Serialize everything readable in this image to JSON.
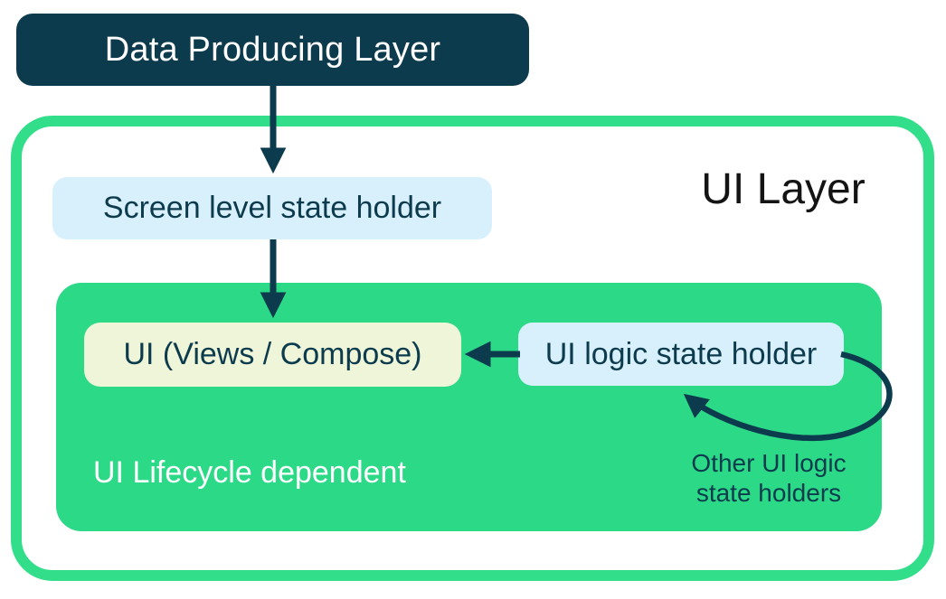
{
  "diagram": {
    "data_producing_layer_label": "Data Producing Layer",
    "ui_layer_label": "UI Layer",
    "screen_state_holder_label": "Screen level state holder",
    "ui_views_compose_label": "UI (Views / Compose)",
    "ui_logic_state_holder_label": "UI logic state holder",
    "lifecycle_caption": "UI Lifecycle dependent",
    "other_note_line1": "Other UI logic",
    "other_note_line2": "state holders"
  },
  "colors": {
    "dark_navy": "#0D3B4E",
    "green_border": "#32DE8A",
    "green_fill": "#2BD987",
    "light_blue": "#D8F0FC",
    "light_yellow": "#EFF5D8",
    "title_black": "#141414",
    "white": "#FFFFFF"
  }
}
